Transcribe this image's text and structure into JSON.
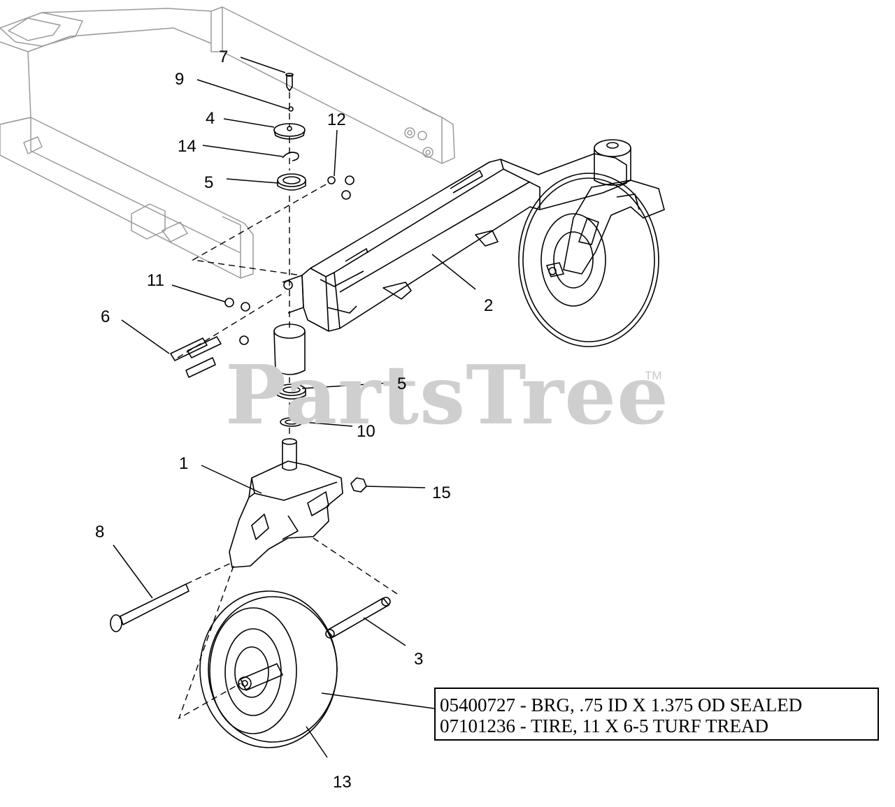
{
  "watermark": {
    "text": "PartsTree",
    "trademark": "TM"
  },
  "callouts": [
    "7",
    "9",
    "4",
    "14",
    "12",
    "5",
    "11",
    "6",
    "2",
    "5",
    "10",
    "1",
    "15",
    "8",
    "3",
    "13"
  ],
  "parts_note": {
    "lines": [
      "05400727 - BRG, .75 ID X 1.375 OD SEALED",
      "07101236 - TIRE, 11 X 6-5 TURF TREAD"
    ]
  }
}
